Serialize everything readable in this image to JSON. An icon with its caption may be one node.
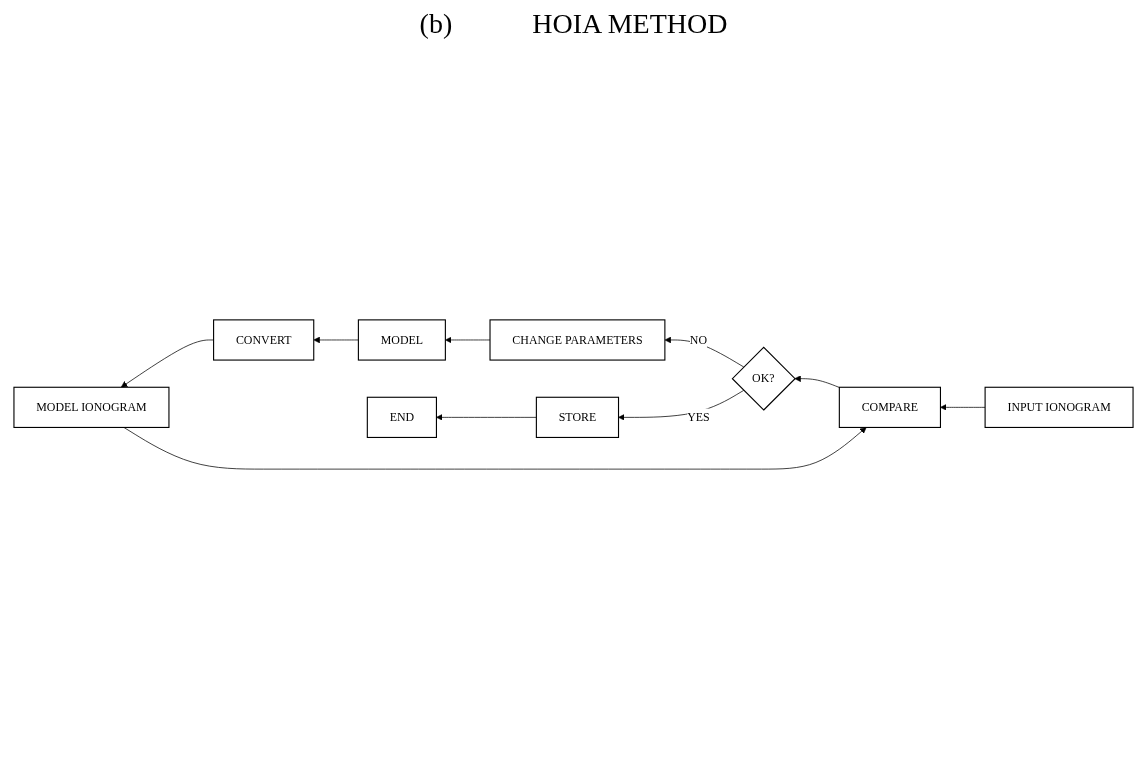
{
  "diagram": {
    "title": "HOIA METHOD",
    "nodes": [
      {
        "text": [
          "INPUT IONOGRAM"
        ]
      },
      {
        "text": [
          "COMPARE"
        ]
      },
      {
        "text": [
          "MODEL IONOGRAM"
        ]
      },
      {
        "text": [
          "CONVERT"
        ]
      },
      {
        "text": [
          "MODEL"
        ]
      },
      {
        "text": [
          "OK?"
        ]
      },
      {
        "text": [
          "CHANGE PARAMETERS"
        ]
      },
      {
        "text": [
          "STORE"
        ]
      },
      {
        "text": [
          "END"
        ]
      }
    ],
    "edges": [
      {
        "from": 0,
        "to": 1,
        "arrow": "to"
      },
      {
        "from": 2,
        "to": 1,
        "arrow": "to"
      },
      {
        "from": 3,
        "to": 2,
        "arrow": "to"
      },
      {
        "from": 4,
        "to": 3,
        "arrow": "to"
      },
      {
        "from": 1,
        "to": 5,
        "arrow": "to"
      },
      {
        "from": 5,
        "to": 6,
        "arrow": "to",
        "label": "NO"
      },
      {
        "from": 6,
        "to": 4,
        "arrow": "to"
      },
      {
        "from": 5,
        "to": 7,
        "arrow": "to",
        "label": "YES"
      },
      {
        "from": 7,
        "to": 8,
        "arrow": "to"
      }
    ],
    "labels": [
      "(b)"
    ]
  }
}
